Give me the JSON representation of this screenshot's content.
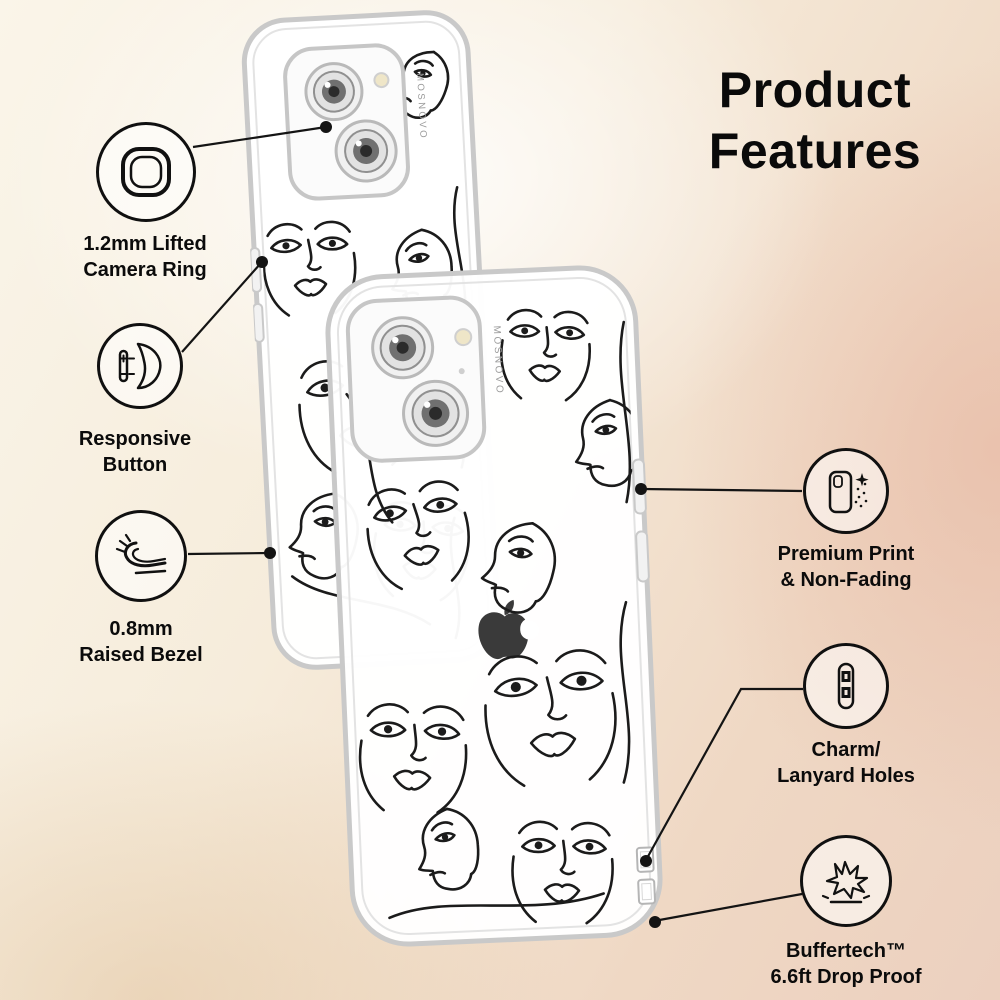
{
  "page": {
    "title": "Product\nFeatures",
    "brand": "MOSNOVO"
  },
  "features": [
    {
      "id": "camera-ring",
      "label": "1.2mm Lifted\nCamera Ring",
      "icon": "camera-ring-icon"
    },
    {
      "id": "responsive-button",
      "label": "Responsive\nButton",
      "icon": "responsive-button-icon"
    },
    {
      "id": "raised-bezel",
      "label": "0.8mm\nRaised Bezel",
      "icon": "raised-bezel-icon"
    },
    {
      "id": "premium-print",
      "label": "Premium Print\n& Non-Fading",
      "icon": "premium-print-icon"
    },
    {
      "id": "lanyard-holes",
      "label": "Charm/\nLanyard Holes",
      "icon": "lanyard-holes-icon"
    },
    {
      "id": "drop-proof",
      "label": "Buffertech™\n6.6ft Drop Proof",
      "icon": "drop-proof-icon"
    }
  ],
  "colors": {
    "callout_line": "#141414",
    "case_stroke": "#c9c9c9",
    "artwork_stroke": "#1b1b1b",
    "background_top_left": "#faf5e9",
    "background_right": "#e7b7a2",
    "background_bottom": "#ecd0bf"
  }
}
